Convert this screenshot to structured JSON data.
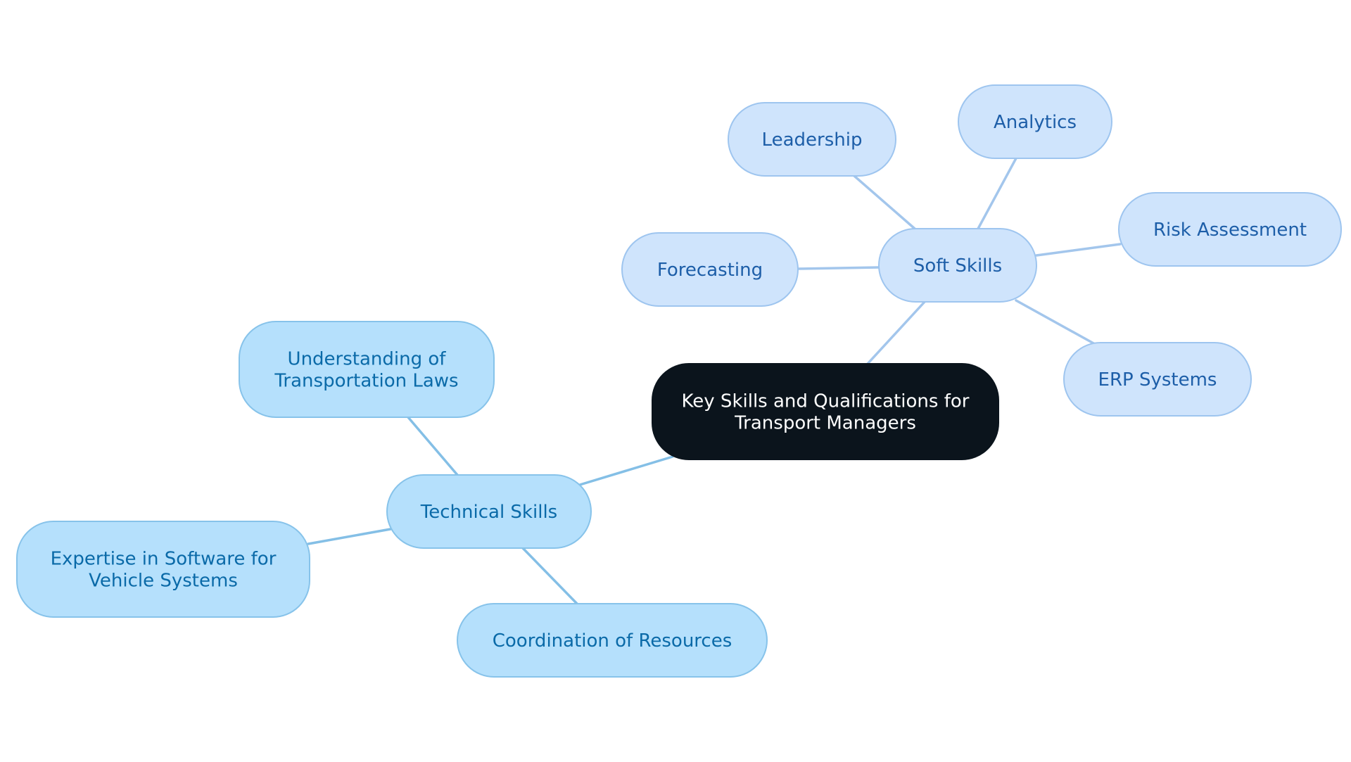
{
  "colors": {
    "background": "#ffffff",
    "root_fill": "#0b141c",
    "root_text": "#ffffff",
    "technical_fill": "#b5e0fc",
    "technical_stroke": "#87c3ea",
    "technical_text": "#0a6aa8",
    "technical_edge": "#84bfe6",
    "soft_fill": "#cfe4fc",
    "soft_stroke": "#9ec5ef",
    "soft_text": "#1d5ea8",
    "soft_edge": "#a3c6ec"
  },
  "root": {
    "id": "root",
    "lines": [
      "Key Skills and Qualifications for",
      "Transport Managers"
    ]
  },
  "branches": [
    {
      "id": "technical",
      "group": "technical",
      "lines": [
        "Technical Skills"
      ],
      "children": [
        {
          "id": "transportation-laws",
          "lines": [
            "Understanding of",
            "Transportation Laws"
          ]
        },
        {
          "id": "vehicle-software",
          "lines": [
            "Expertise in Software for",
            "Vehicle Systems"
          ]
        },
        {
          "id": "coordination",
          "lines": [
            "Coordination of Resources"
          ]
        }
      ]
    },
    {
      "id": "soft",
      "group": "soft",
      "lines": [
        "Soft Skills"
      ],
      "children": [
        {
          "id": "leadership",
          "lines": [
            "Leadership"
          ]
        },
        {
          "id": "analytics",
          "lines": [
            "Analytics"
          ]
        },
        {
          "id": "risk-assessment",
          "lines": [
            "Risk Assessment"
          ]
        },
        {
          "id": "forecasting",
          "lines": [
            "Forecasting"
          ]
        },
        {
          "id": "erp-systems",
          "lines": [
            "ERP Systems"
          ]
        }
      ]
    }
  ]
}
